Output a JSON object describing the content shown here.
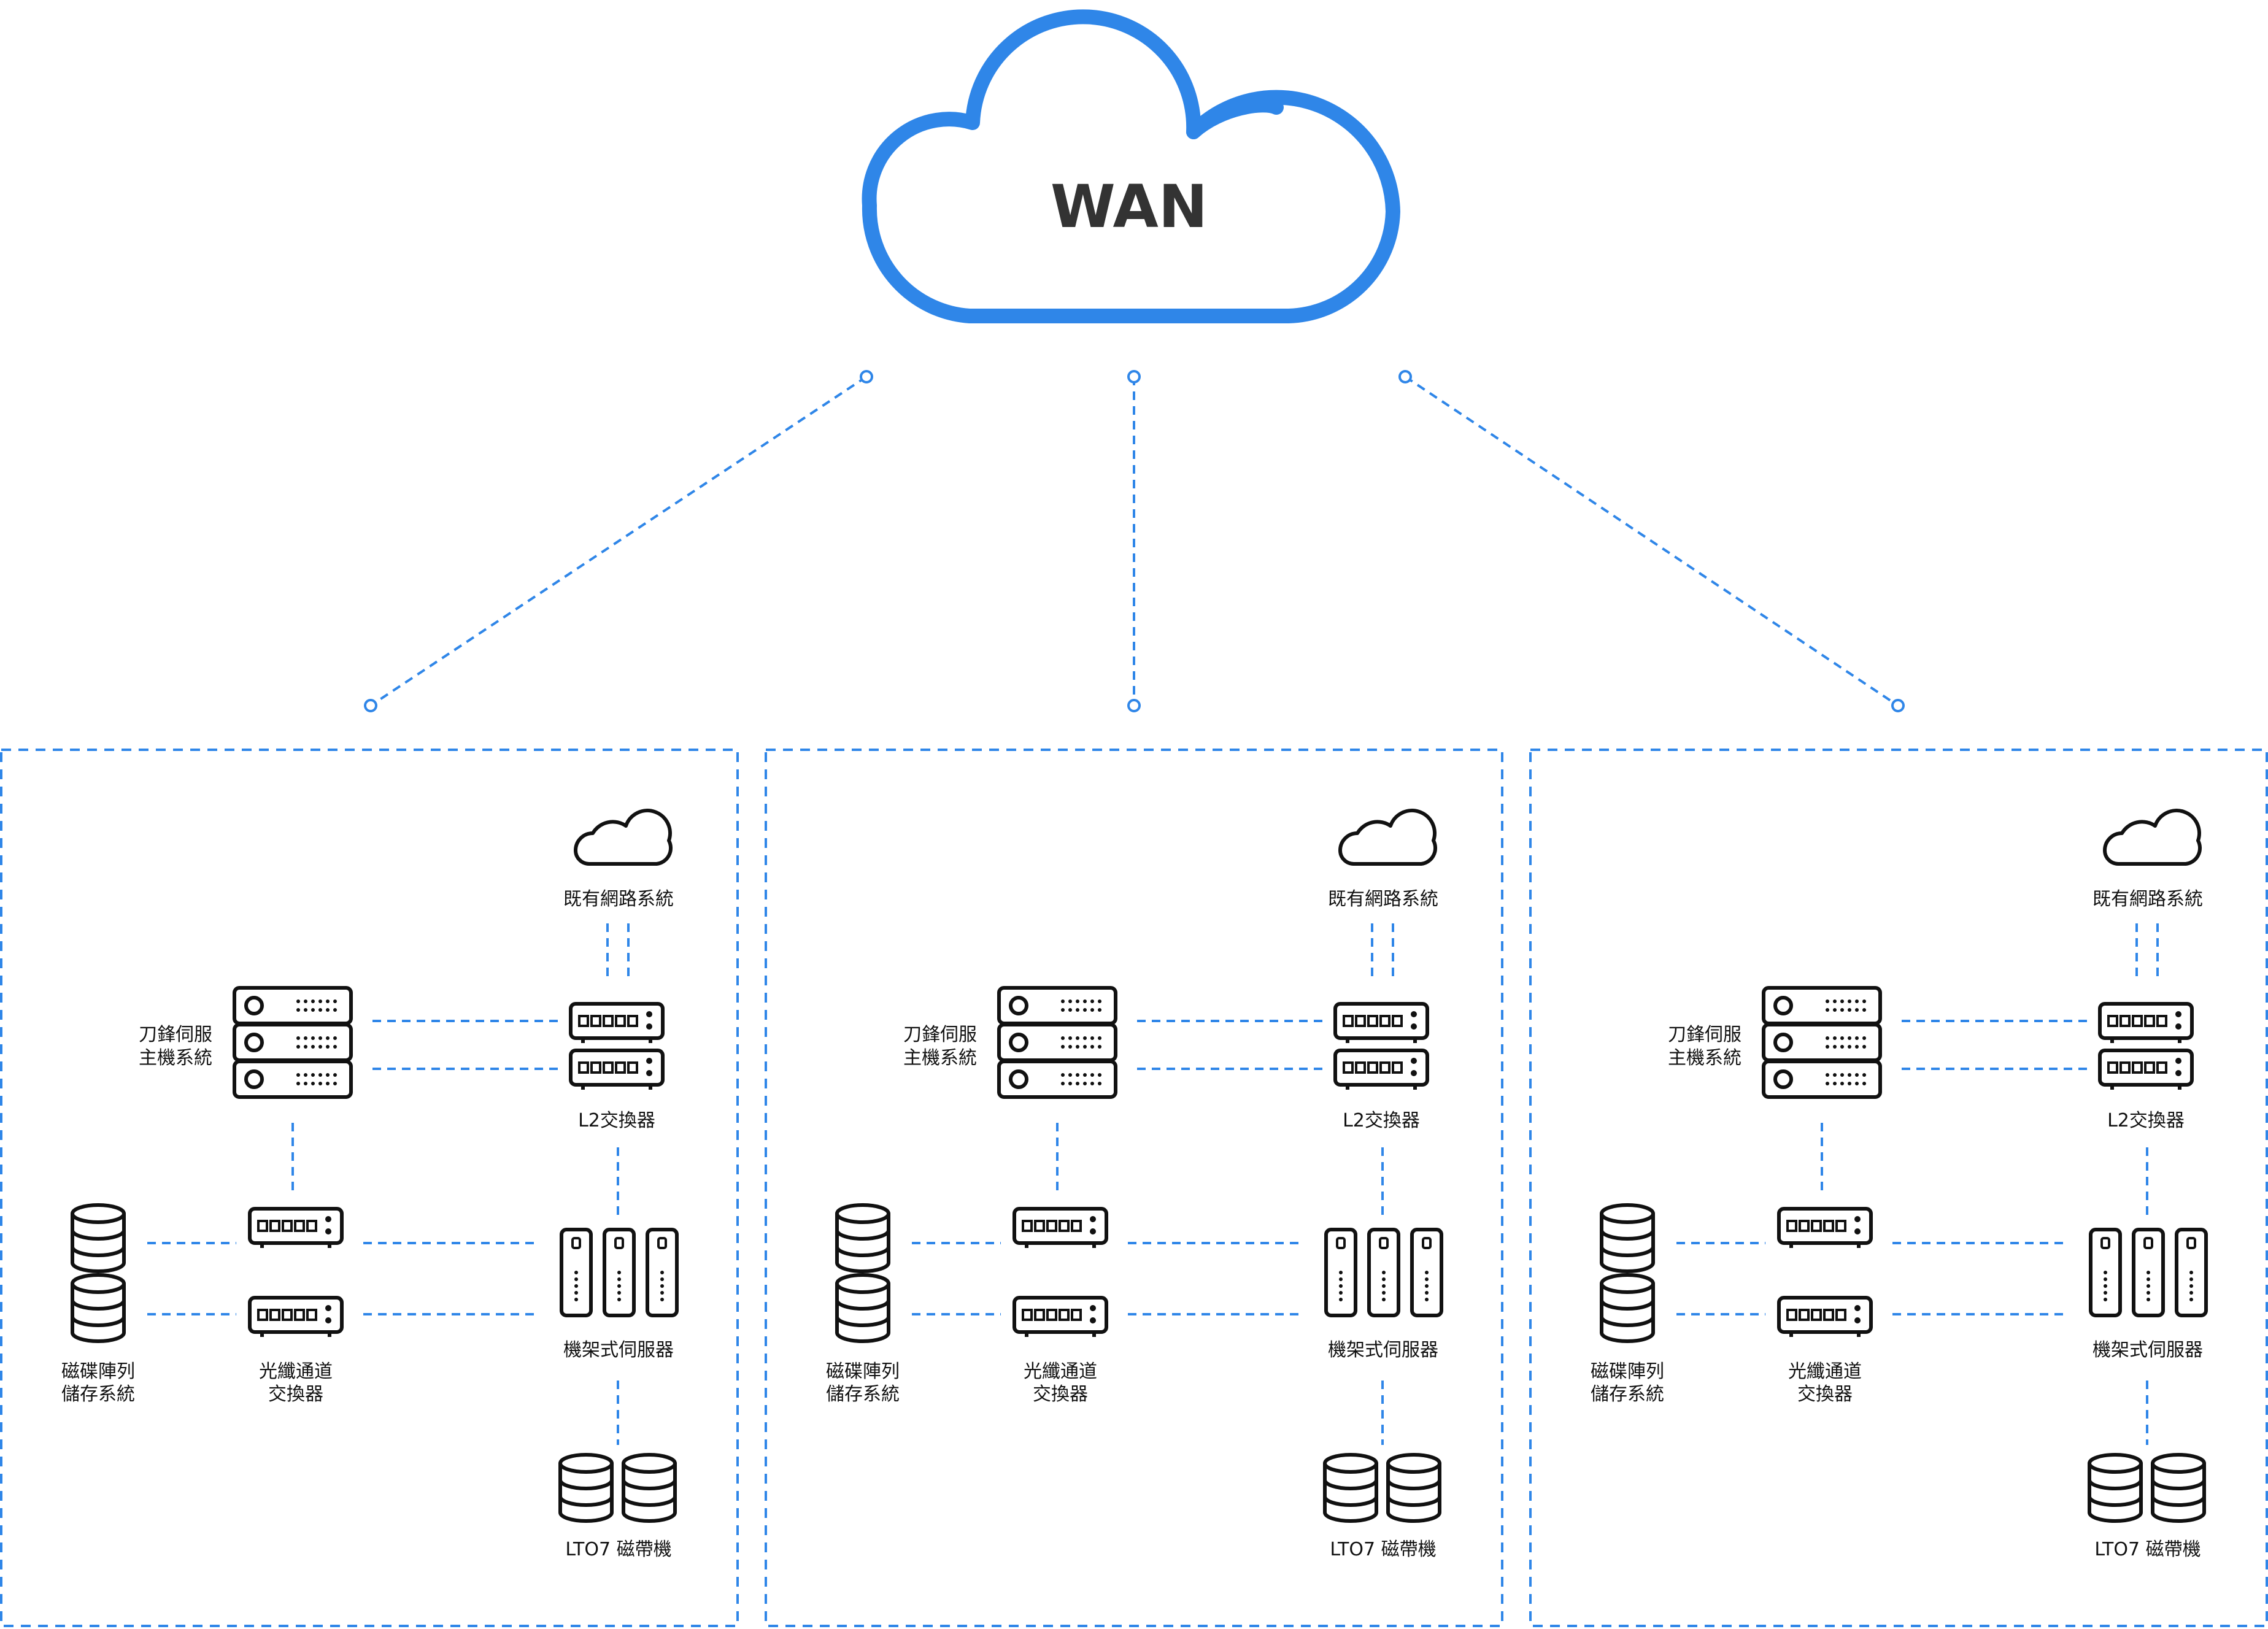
{
  "wan": {
    "label": "WAN"
  },
  "colors": {
    "accent": "#2F86E8",
    "icon": "#111111",
    "text": "#333333"
  },
  "sites": [
    {
      "existing_network": "既有網路系統",
      "blade_server": [
        "刀鋒伺服",
        "主機系統"
      ],
      "l2_switch": "L2交換器",
      "disk_array": [
        "磁碟陣列",
        "儲存系統"
      ],
      "fc_switch": [
        "光纖通道",
        "交換器"
      ],
      "rack_server": "機架式伺服器",
      "tape": "LTO7 磁帶機"
    },
    {
      "existing_network": "既有網路系統",
      "blade_server": [
        "刀鋒伺服",
        "主機系統"
      ],
      "l2_switch": "L2交換器",
      "disk_array": [
        "磁碟陣列",
        "儲存系統"
      ],
      "fc_switch": [
        "光纖通道",
        "交換器"
      ],
      "rack_server": "機架式伺服器",
      "tape": "LTO7 磁帶機"
    },
    {
      "existing_network": "既有網路系統",
      "blade_server": [
        "刀鋒伺服",
        "主機系統"
      ],
      "l2_switch": "L2交換器",
      "disk_array": [
        "磁碟陣列",
        "儲存系統"
      ],
      "fc_switch": [
        "光纖通道",
        "交換器"
      ],
      "rack_server": "機架式伺服器",
      "tape": "LTO7 磁帶機"
    }
  ]
}
